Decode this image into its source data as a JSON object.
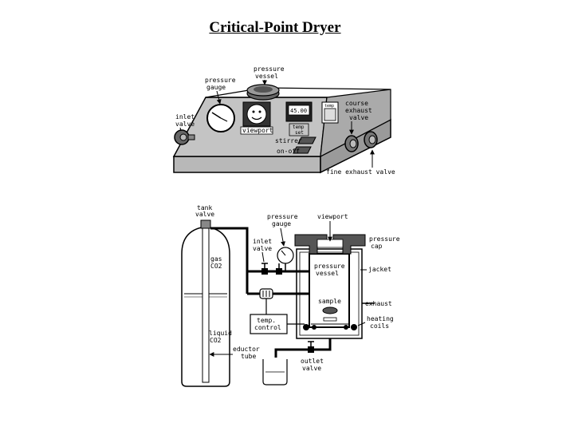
{
  "title": "Critical-Point Dryer",
  "device": {
    "pressure_vessel_label": [
      "pressure",
      "vessel"
    ],
    "pressure_gauge_label": [
      "pressure",
      "gauge"
    ],
    "inlet_valve_label": [
      "inlet",
      "valve"
    ],
    "viewport_label": "viewport",
    "temp_display": "45.00",
    "temp_set_label": [
      "temp",
      "set"
    ],
    "temp_switch_label": "temp",
    "course_exhaust_label": [
      "course",
      "exhaust",
      "valve"
    ],
    "stirrer_label": "stirrer",
    "on_off_label": "on-off",
    "fine_exhaust_label": "fine exhaust valve"
  },
  "schematic": {
    "tank_valve_label": [
      "tank",
      "valve"
    ],
    "pressure_gauge_label": [
      "pressure",
      "gauge"
    ],
    "viewport_label": "viewport",
    "pressure_cap_label": [
      "pressure",
      "cap"
    ],
    "inlet_valve_label": [
      "inlet",
      "valve"
    ],
    "gas_label": [
      "gas",
      "CO2"
    ],
    "pressure_vessel_label": [
      "pressure",
      "vessel"
    ],
    "jacket_label": "jacket",
    "sample_label": "sample",
    "exhaust_label": "exhaust",
    "temp_control_label": [
      "temp.",
      "control"
    ],
    "heating_coils_label": [
      "heating",
      "coils"
    ],
    "liquid_label": [
      "liquid",
      "CO2"
    ],
    "eductor_label": [
      "eductor",
      "tube"
    ],
    "outlet_valve_label": [
      "outlet",
      "valve"
    ]
  }
}
